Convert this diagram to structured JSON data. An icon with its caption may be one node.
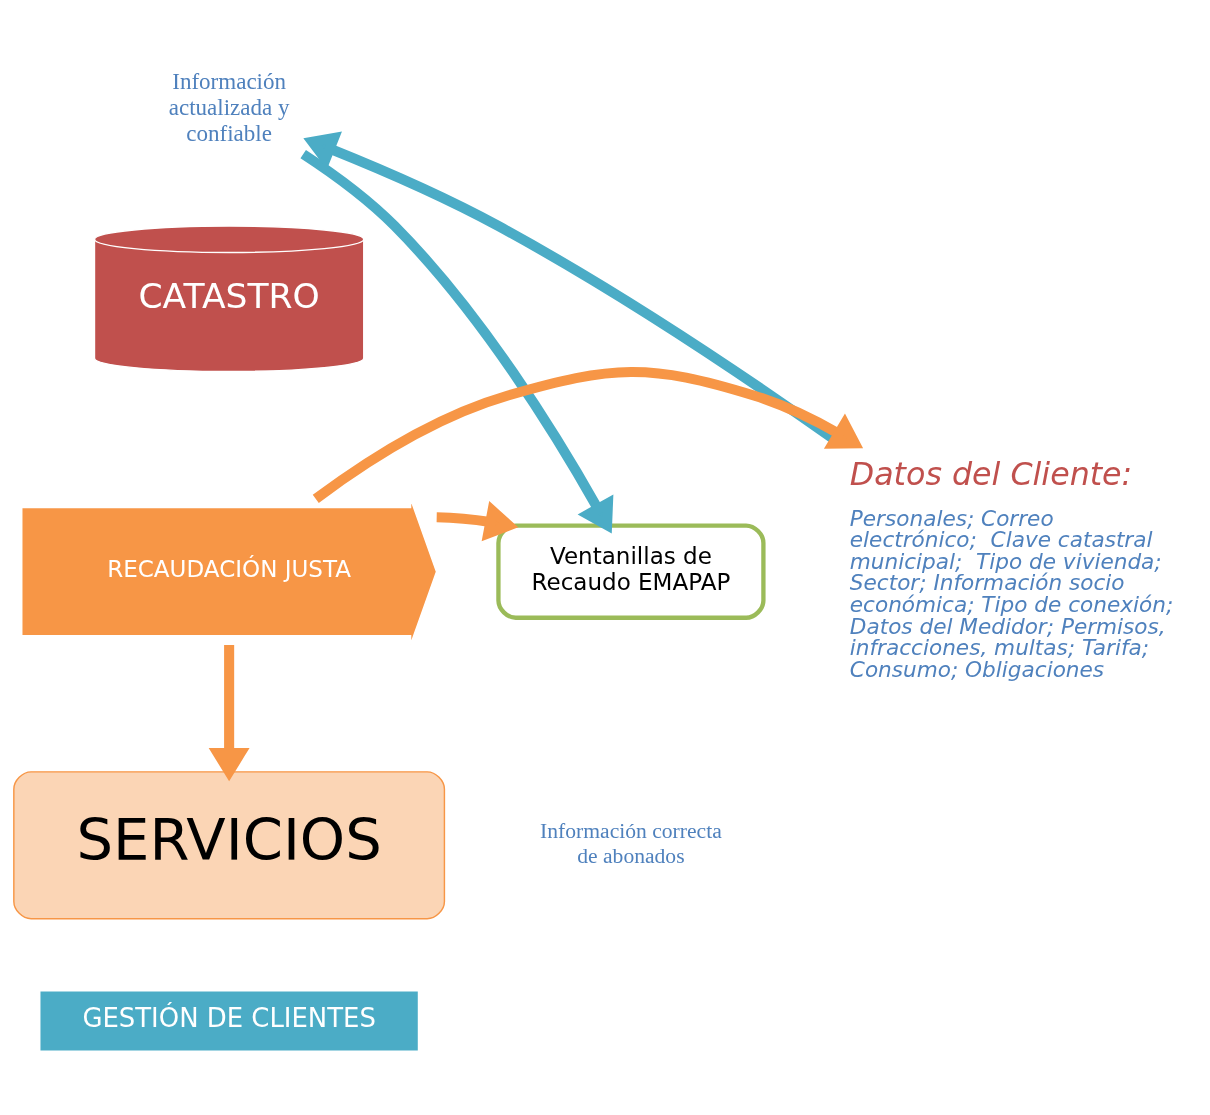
{
  "diagram": {
    "nodes": [
      {
        "text": [
          "Información actualizada y confiable"
        ]
      },
      {
        "text": [
          "CATASTRO"
        ]
      },
      {
        "text": [
          "Datos del Cliente:",
          "Personales; Correo electrónico;  Clave catastral municipal;  Tipo de vivienda; Sector; Información socio económica; Tipo de conexión; Datos del Medidor; Permisos, infracciones, multas; Tarifa; Consumo; Obligaciones"
        ]
      },
      {
        "text": [
          "RECAUDACIÓN JUSTA"
        ]
      },
      {
        "text": [
          "Ventanillas de Recaudo EMAPAP"
        ]
      },
      {
        "text": [
          "Información correcta de abonados"
        ]
      },
      {
        "text": [
          "SERVICIOS"
        ]
      },
      {
        "text": [
          "GESTIÓN DE CLIENTES"
        ]
      }
    ],
    "edges": [
      {
        "from": 2,
        "to": 0,
        "arrow": "to",
        "color": "#4bacc6"
      },
      {
        "from": 0,
        "to": 4,
        "arrow": "to",
        "color": "#4bacc6"
      },
      {
        "from": 3,
        "to": 2,
        "arrow": "to"
      },
      {
        "from": 3,
        "to": 4,
        "arrow": "to"
      },
      {
        "from": 3,
        "to": 6,
        "arrow": "to"
      }
    ]
  }
}
